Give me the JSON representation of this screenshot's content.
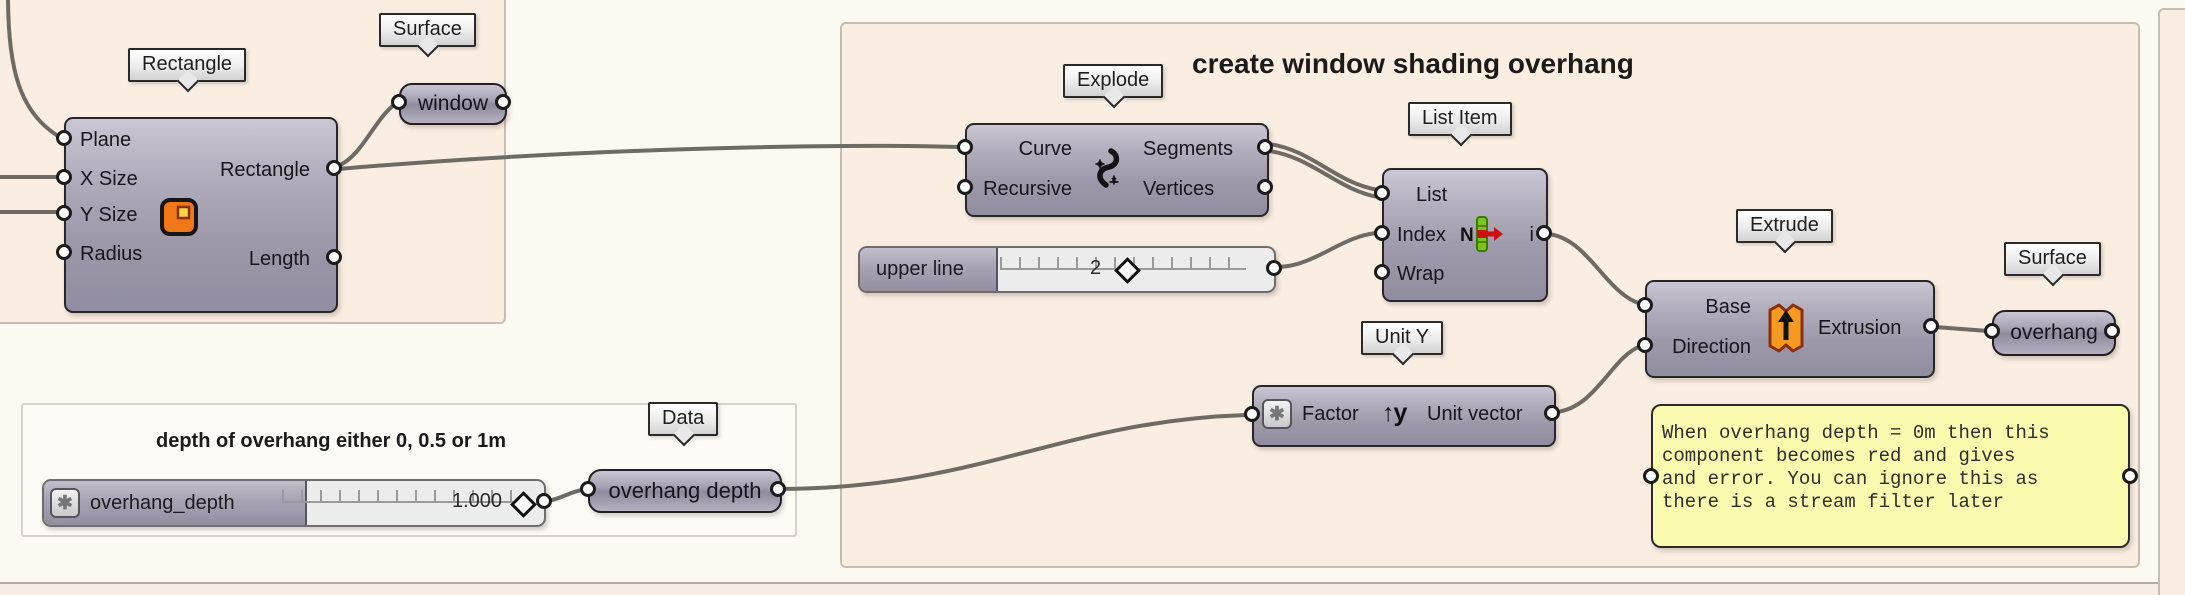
{
  "app": "grasshopper-canvas",
  "groups": {
    "main": {
      "title": "create window shading overhang"
    },
    "depth": {
      "title": "depth of overhang either 0, 0.5 or 1m"
    }
  },
  "components": {
    "rectangle": {
      "tag": "Rectangle",
      "inputs": [
        "Plane",
        "X Size",
        "Y Size",
        "Radius"
      ],
      "outputs": [
        "Rectangle",
        "Length"
      ]
    },
    "window_param": {
      "tag": "Surface",
      "label": "window"
    },
    "explode": {
      "tag": "Explode",
      "inputs": [
        "Curve",
        "Recursive"
      ],
      "outputs": [
        "Segments",
        "Vertices"
      ]
    },
    "upper_line_slider": {
      "label": "upper line",
      "value": "2"
    },
    "list_item": {
      "tag": "List Item",
      "inputs": [
        "List",
        "Index",
        "Wrap"
      ],
      "outputs": [
        "i"
      ]
    },
    "unit_y": {
      "tag": "Unit Y",
      "inputs": [
        "Factor"
      ],
      "outputs": [
        "Unit vector"
      ],
      "icon_text": "↑y"
    },
    "extrude": {
      "tag": "Extrude",
      "inputs": [
        "Base",
        "Direction"
      ],
      "outputs": [
        "Extrusion"
      ]
    },
    "overhang_param": {
      "tag": "Surface",
      "label": "overhang"
    },
    "overhang_depth_slider": {
      "label": "overhang_depth",
      "value": "1.000"
    },
    "data_param": {
      "tag": "Data",
      "label": "overhang depth"
    },
    "note_panel": {
      "lines": [
        "When overhang depth = 0m then this",
        "component becomes red and gives",
        "and error. You can ignore this as",
        "there is a stream filter later"
      ]
    }
  },
  "colors": {
    "canvas": "#fcf8f2",
    "group_fill": "#faeee2",
    "depth_group_fill": "#fefbf6",
    "wire": "#6e6a64",
    "panel_fill": "#fbfbb0",
    "component_fill": "#a5a1b2",
    "icon_orange": "#f07818",
    "icon_green": "#7cc41c",
    "icon_red": "#cc1111"
  }
}
